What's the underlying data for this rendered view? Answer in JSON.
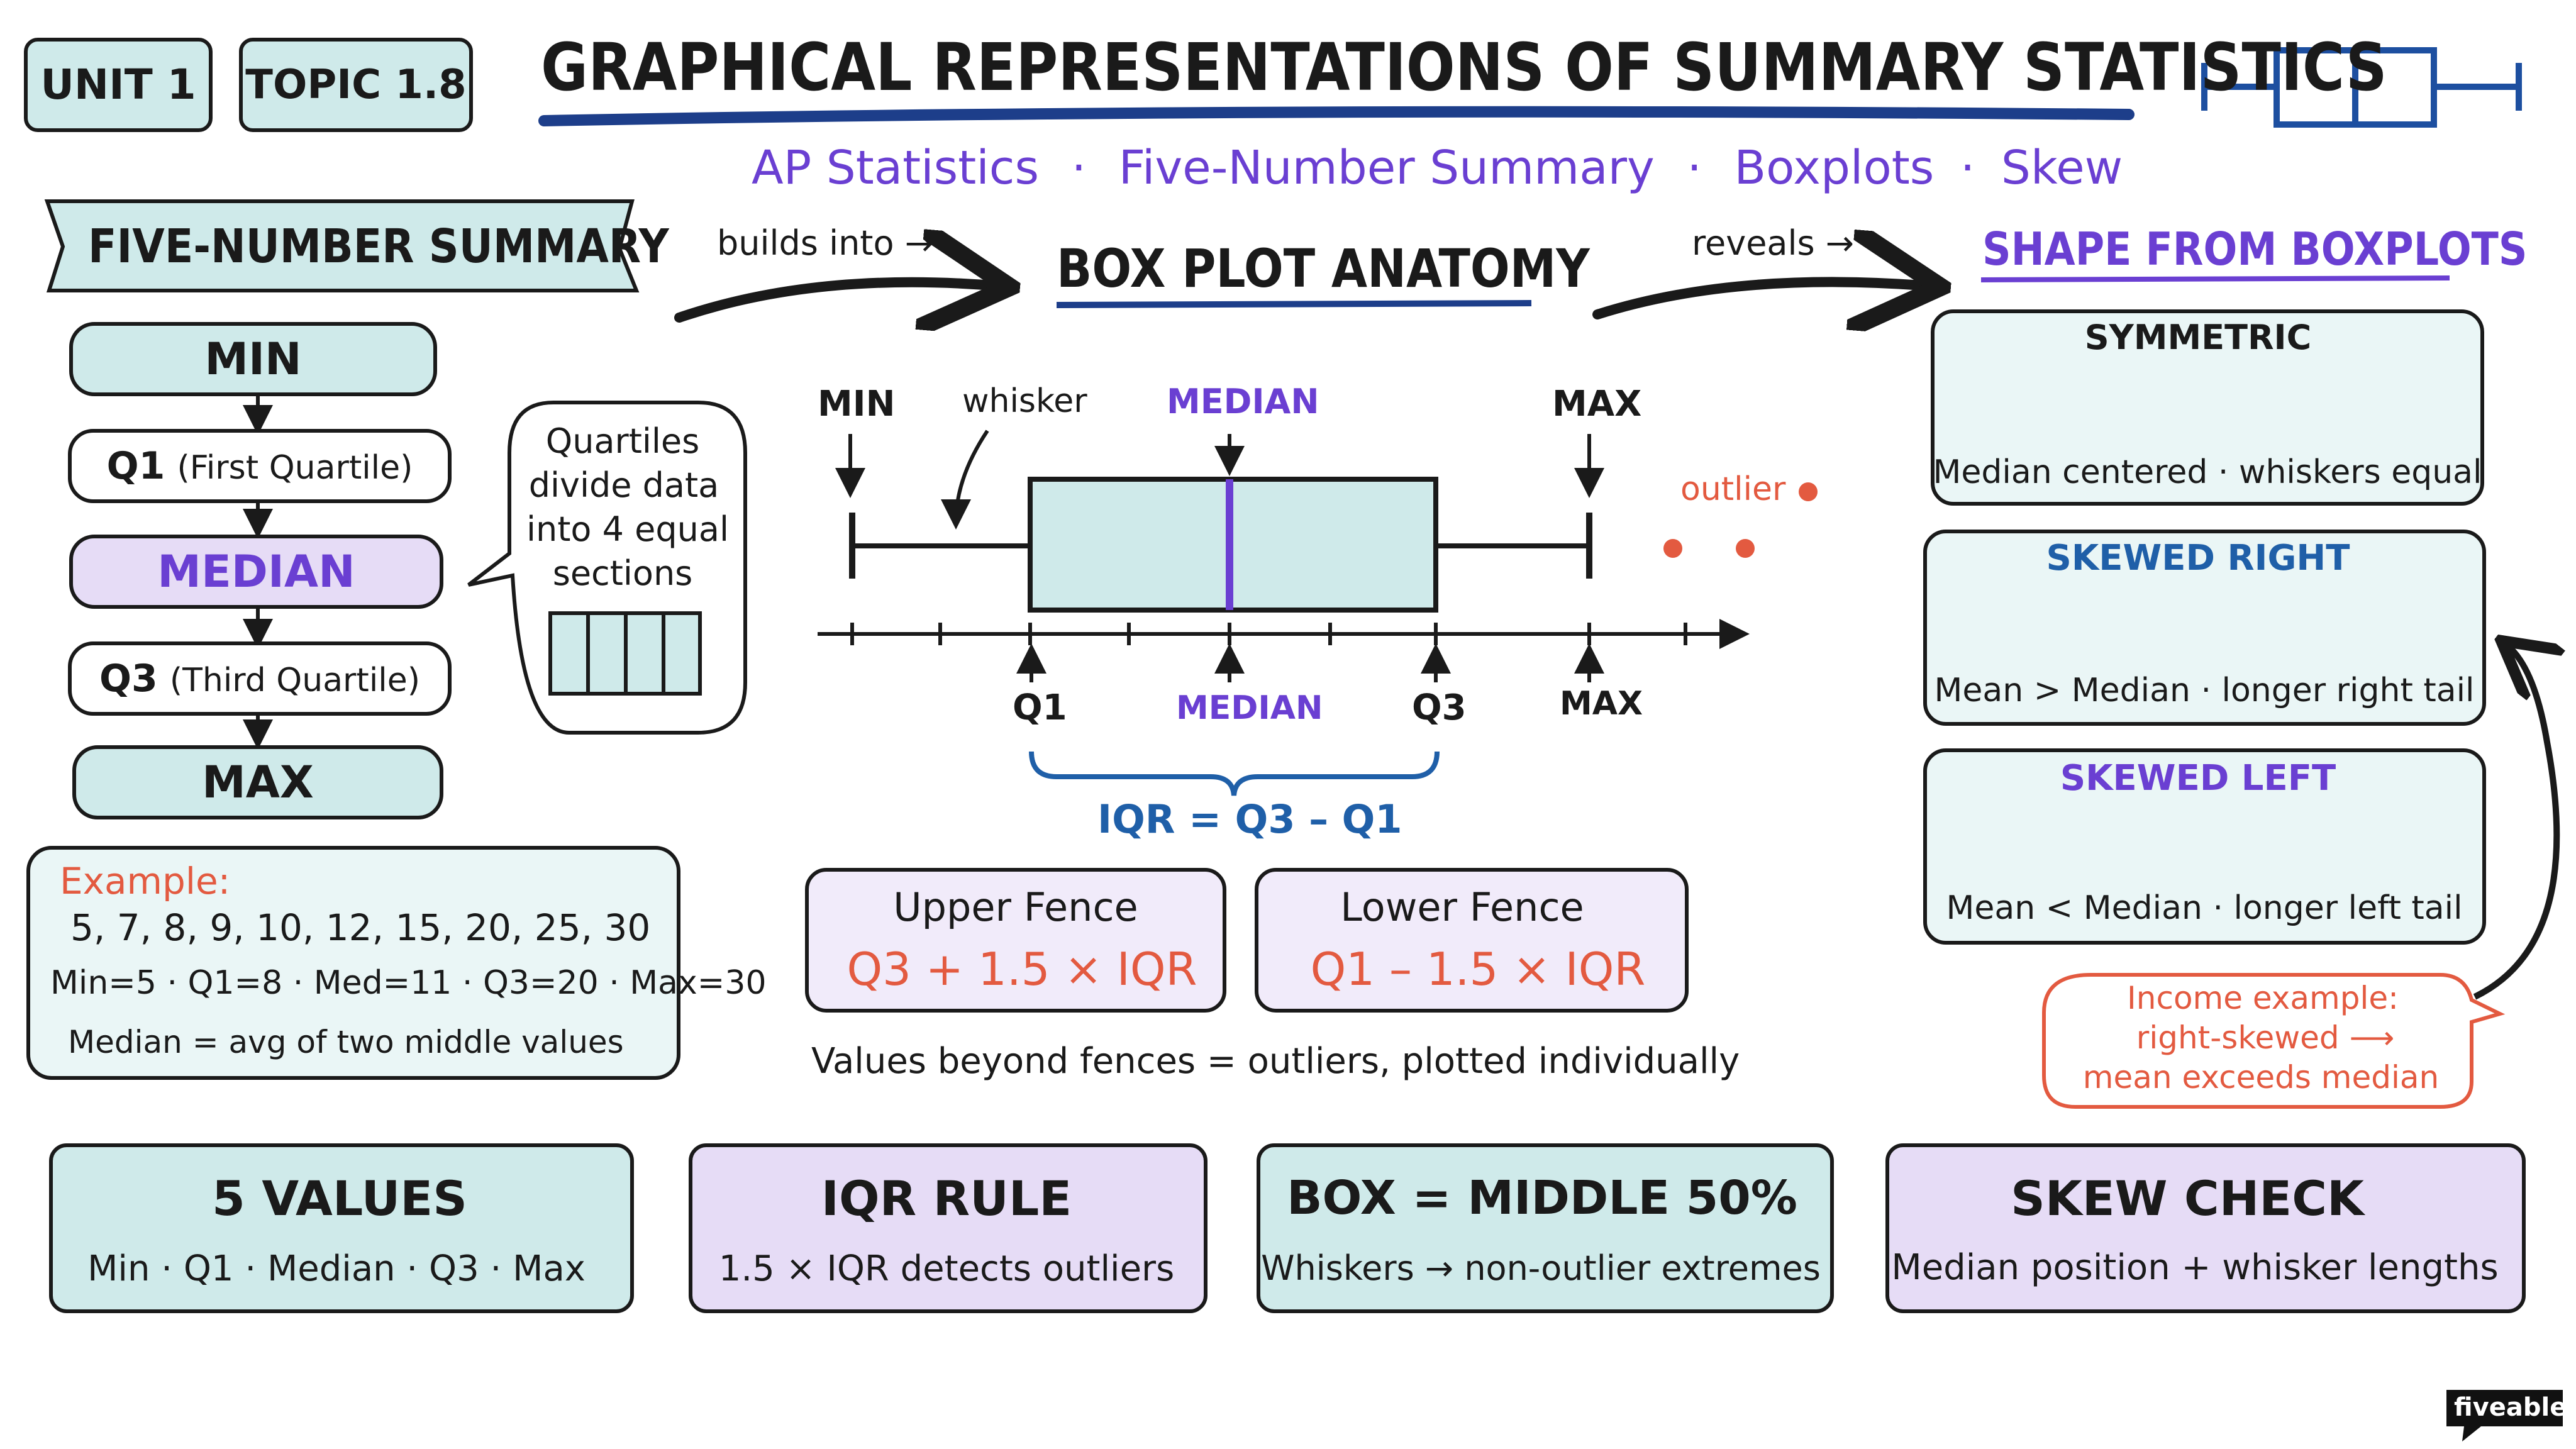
{
  "header": {
    "unit": "UNIT 1",
    "topic": "TOPIC 1.8",
    "title": "GRAPHICAL REPRESENTATIONS OF SUMMARY STATISTICS",
    "subtitle_parts": [
      "AP Statistics",
      "Five-Number Summary",
      "Boxplots",
      "Skew"
    ],
    "sep": "·",
    "logo_icon": "boxplot-icon"
  },
  "five_number": {
    "banner": "FIVE-NUMBER SUMMARY",
    "steps": [
      {
        "main": "MIN",
        "sub": ""
      },
      {
        "main": "Q1",
        "sub": "(First Quartile)"
      },
      {
        "main": "MEDIAN",
        "sub": ""
      },
      {
        "main": "Q3",
        "sub": "(Third Quartile)"
      },
      {
        "main": "MAX",
        "sub": ""
      }
    ],
    "bubble": [
      "Quartiles",
      "divide data",
      "into 4 equal",
      "sections"
    ],
    "example": {
      "label": "Example:",
      "data_line": "5, 7, 8, 9, 10, 12, 15, 20, 25, 30",
      "stats_line": "Min=5 · Q1=8 · Med=11 · Q3=20 · Max=30",
      "note": "Median = avg of two middle values"
    }
  },
  "anatomy": {
    "title": "BOX PLOT ANATOMY",
    "builds_into": "builds into →",
    "reveals": "reveals →",
    "top_labels": {
      "min": "MIN",
      "whisker": "whisker",
      "median": "MEDIAN",
      "max": "MAX",
      "outlier": "outlier"
    },
    "bottom_labels": {
      "q1": "Q1",
      "median": "MEDIAN",
      "q3": "Q3",
      "max": "MAX"
    },
    "iqr": "IQR = Q3 – Q1",
    "upper_fence": {
      "label": "Upper Fence",
      "formula": "Q3 + 1.5 × IQR"
    },
    "lower_fence": {
      "label": "Lower Fence",
      "formula": "Q1 – 1.5 × IQR"
    },
    "fence_note": "Values beyond fences = outliers, plotted individually"
  },
  "shapes": {
    "title": "SHAPE FROM BOXPLOTS",
    "symmetric": {
      "title": "SYMMETRIC",
      "caption": "Median centered · whiskers equal"
    },
    "right": {
      "title": "SKEWED RIGHT",
      "caption": "Mean > Median · longer right tail"
    },
    "left": {
      "title": "SKEWED LEFT",
      "caption": "Mean < Median · longer left tail"
    },
    "income": [
      "Income example:",
      "right-skewed ⟶",
      "mean exceeds median"
    ]
  },
  "cards": [
    {
      "title": "5 VALUES",
      "sub": "Min · Q1 · Median · Q3 · Max"
    },
    {
      "title": "IQR RULE",
      "sub": "1.5 × IQR detects outliers"
    },
    {
      "title": "BOX = MIDDLE 50%",
      "sub": "Whiskers → non-outlier extremes"
    },
    {
      "title": "SKEW CHECK",
      "sub": "Median position + whisker lengths"
    }
  ],
  "brand": "fiveable",
  "colors": {
    "mint": "#cfeaea",
    "lavender": "#e6dcf6",
    "purple": "#6a3fd2",
    "navy": "#1d3e8a",
    "red": "#e35a40"
  }
}
